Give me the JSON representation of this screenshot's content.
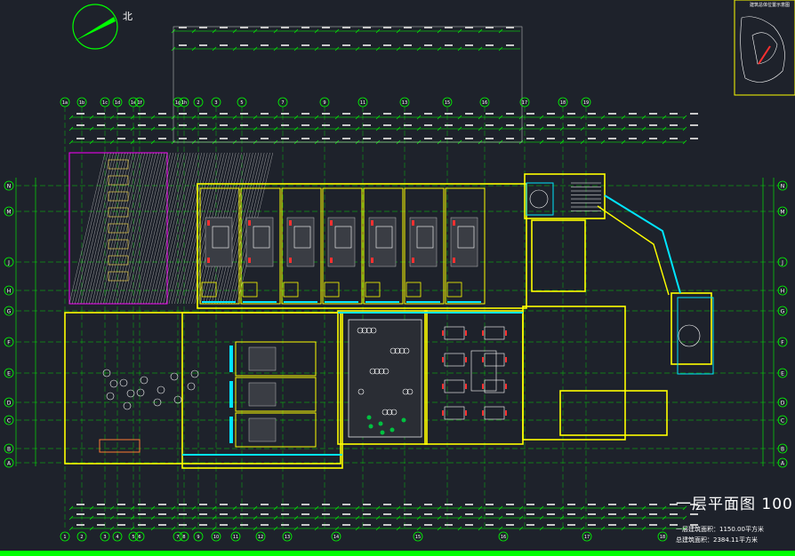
{
  "north_label": "北",
  "drawing_title": "一层平面图 100",
  "stats": {
    "floor_area": "一层建筑面积：1150.00平方米",
    "total_area": "总建筑面积：2384.11平方米"
  },
  "key_map_title": "建筑总体位置示意图",
  "axis_rows": [
    "N",
    "M",
    "J",
    "H",
    "G",
    "F",
    "E",
    "D",
    "C",
    "B",
    "A"
  ],
  "axis_cols_top": [
    "1a",
    "1b",
    "1c",
    "1d",
    "1e",
    "1f",
    "1g",
    "1h",
    "2",
    "3",
    "5",
    "7",
    "9",
    "11",
    "13",
    "15",
    "16",
    "17",
    "18",
    "19"
  ],
  "axis_cols_bottom": [
    "1",
    "2",
    "3",
    "4",
    "5",
    "6",
    "7",
    "8",
    "9",
    "10",
    "11",
    "12",
    "13",
    "14",
    "15",
    "16",
    "17",
    "18"
  ],
  "colors": {
    "background": "#1e222b",
    "wall": "#ffff00",
    "axis": "#00ff00",
    "dimension": "#00ff00",
    "glass": "#00e5ff",
    "furniture": "#ff3030",
    "hatch": "#ff00ff",
    "text": "#ffffff"
  }
}
